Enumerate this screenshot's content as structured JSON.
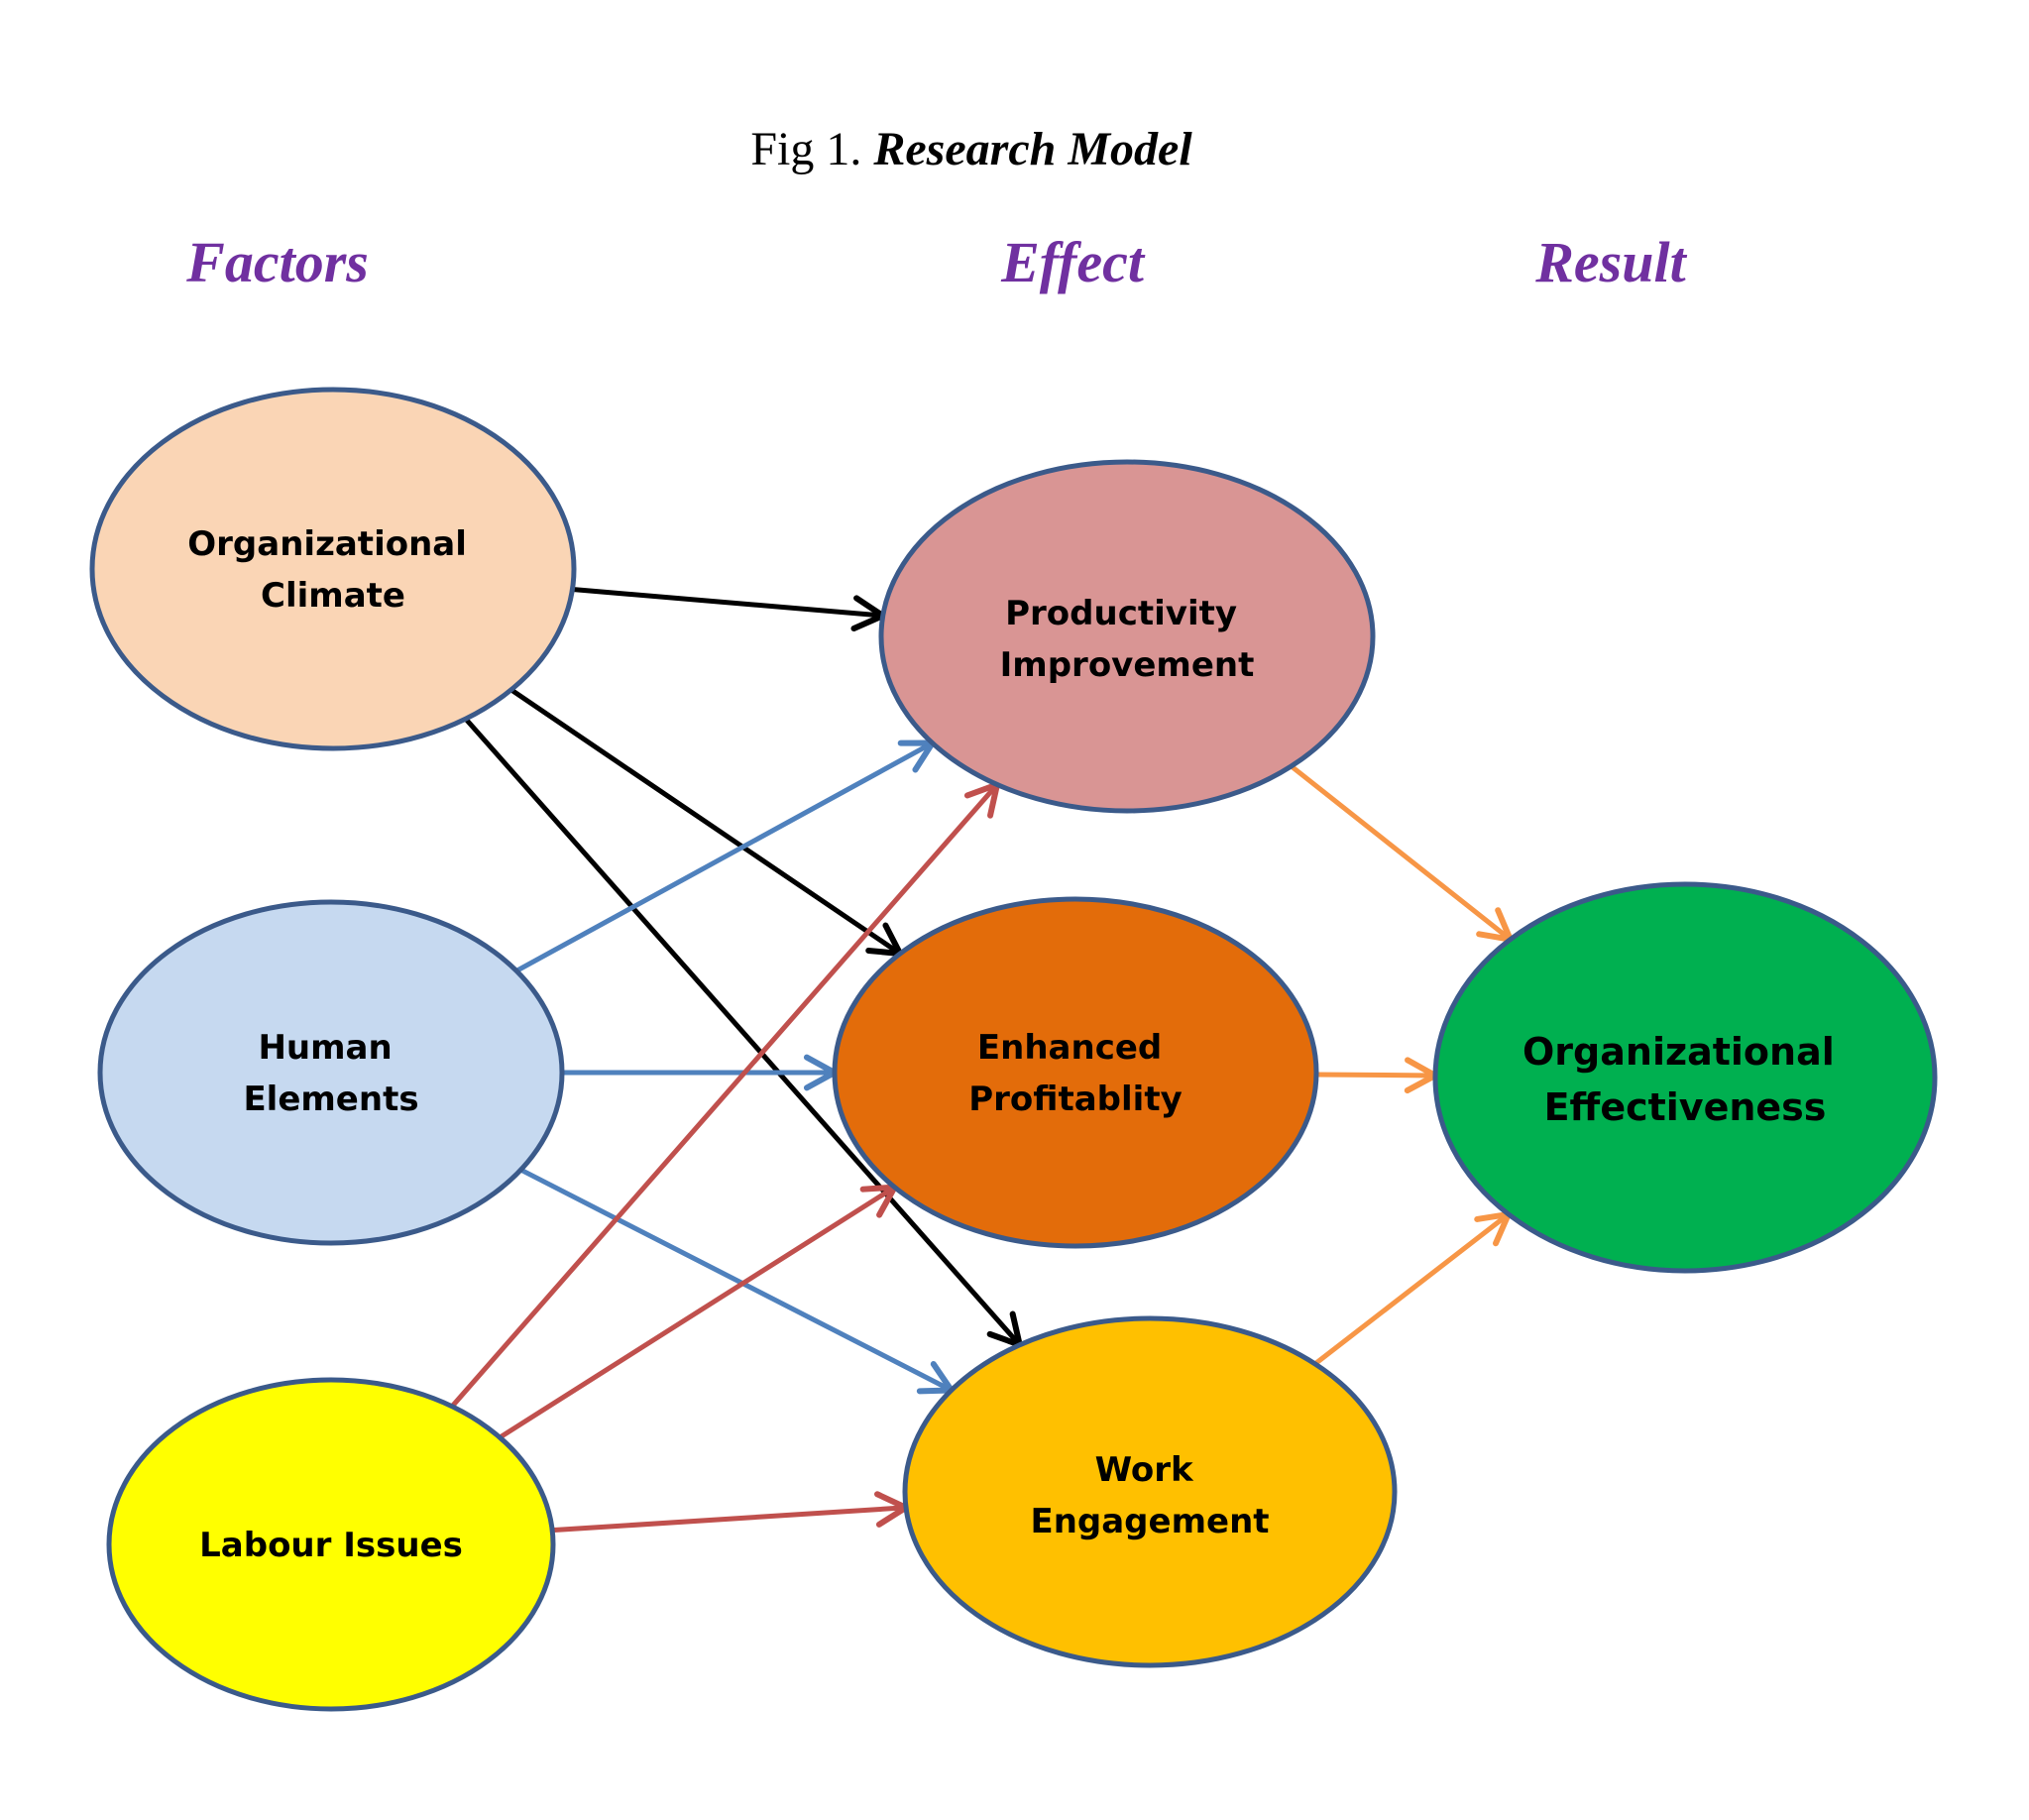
{
  "figure": {
    "title_prefix": "Fig 1. ",
    "title_main": "Research Model"
  },
  "columns": {
    "factors": "Factors",
    "effect": "Effect",
    "result": "Result",
    "header_color": "#7030a0"
  },
  "nodes": {
    "organizational_climate": {
      "line1": "Organizational",
      "line2": "Climate",
      "fill": "#fad5b5"
    },
    "human_elements": {
      "line1": "Human",
      "line2": "Elements",
      "fill": "#c6d9f0"
    },
    "labour_issues": {
      "line1": "Labour Issues",
      "fill": "#ffff00"
    },
    "productivity_improvement": {
      "line1": "Productivity",
      "line2": "Improvement",
      "fill": "#d99594"
    },
    "enhanced_profitability": {
      "line1": "Enhanced",
      "line2": "Profitablity",
      "fill": "#e36c0a"
    },
    "work_engagement": {
      "line1": "Work",
      "line2": "Engagement",
      "fill": "#ffc000"
    },
    "organizational_effectiveness": {
      "line1": "Organizational",
      "line2": "Effectiveness",
      "fill": "#00b050"
    }
  },
  "edge_colors": {
    "organizational_climate": "#000000",
    "human_elements": "#4f81bd",
    "labour_issues": "#c0504d",
    "effect_to_result": "#f79646"
  },
  "edges": [
    {
      "from": "organizational_climate",
      "to": "productivity_improvement"
    },
    {
      "from": "organizational_climate",
      "to": "enhanced_profitability"
    },
    {
      "from": "organizational_climate",
      "to": "work_engagement"
    },
    {
      "from": "human_elements",
      "to": "productivity_improvement"
    },
    {
      "from": "human_elements",
      "to": "enhanced_profitability"
    },
    {
      "from": "human_elements",
      "to": "work_engagement"
    },
    {
      "from": "labour_issues",
      "to": "productivity_improvement"
    },
    {
      "from": "labour_issues",
      "to": "enhanced_profitability"
    },
    {
      "from": "labour_issues",
      "to": "work_engagement"
    },
    {
      "from": "productivity_improvement",
      "to": "organizational_effectiveness"
    },
    {
      "from": "enhanced_profitability",
      "to": "organizational_effectiveness"
    },
    {
      "from": "work_engagement",
      "to": "organizational_effectiveness"
    }
  ]
}
